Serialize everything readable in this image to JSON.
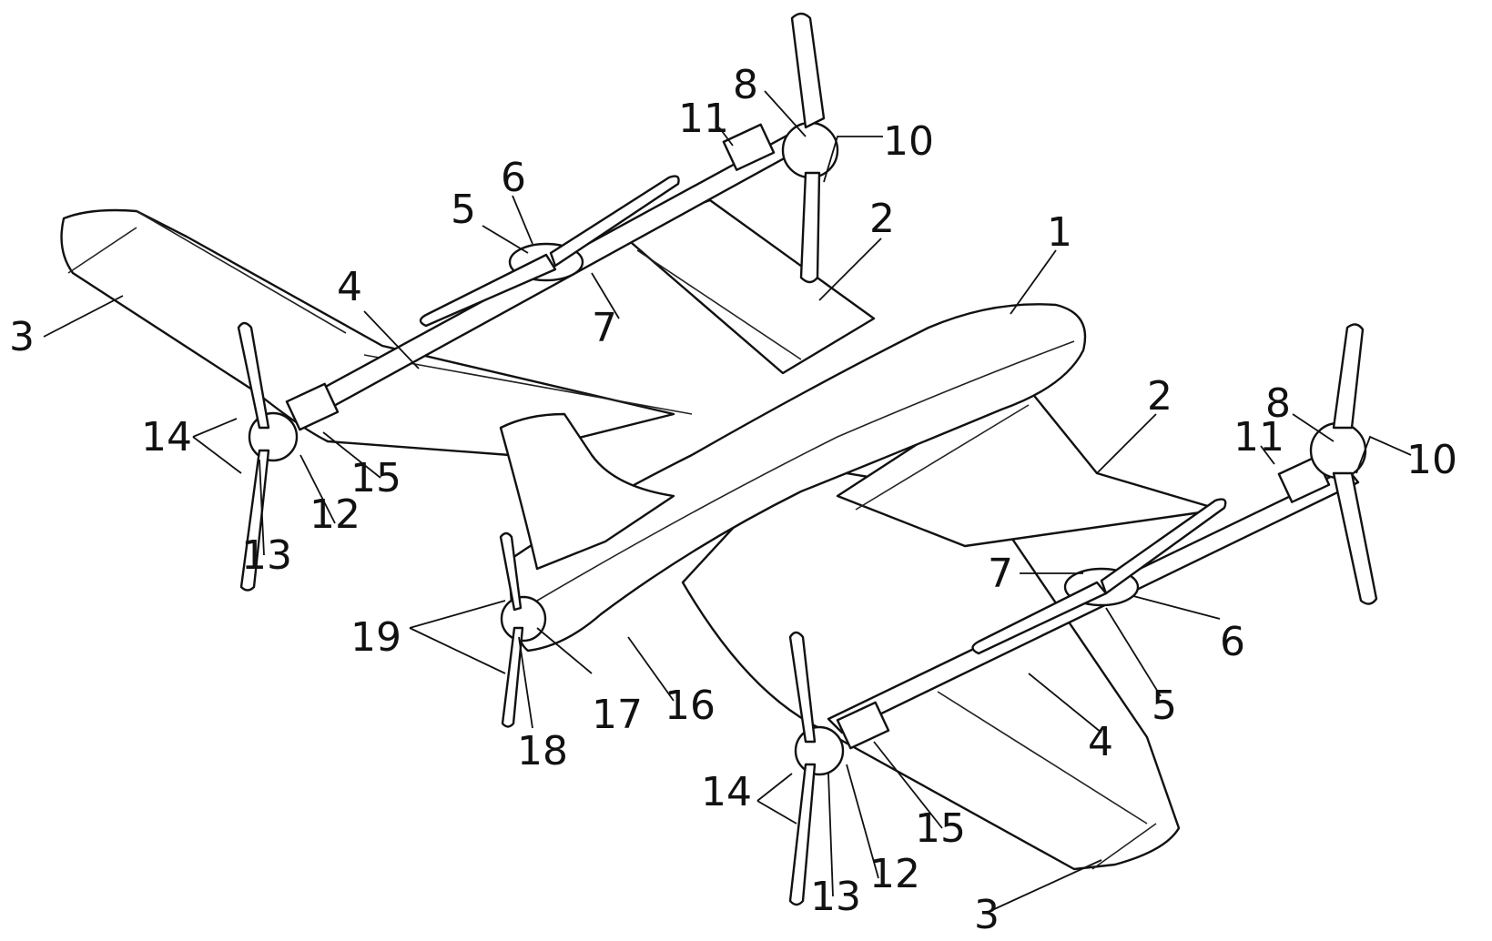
{
  "labels": {
    "l1": "1",
    "l2a": "2",
    "l2b": "2",
    "l3a": "3",
    "l3b": "3",
    "l4a": "4",
    "l4b": "4",
    "l5a": "5",
    "l5b": "5",
    "l6a": "6",
    "l6b": "6",
    "l7a": "7",
    "l7b": "7",
    "l8a": "8",
    "l8b": "8",
    "l10a": "10",
    "l10b": "10",
    "l11a": "11",
    "l11b": "11",
    "l12a": "12",
    "l12b": "12",
    "l13a": "13",
    "l13b": "13",
    "l14a": "14",
    "l14b": "14",
    "l15a": "15",
    "l15b": "15",
    "l16": "16",
    "l17": "17",
    "l18": "18",
    "l19": "19"
  }
}
